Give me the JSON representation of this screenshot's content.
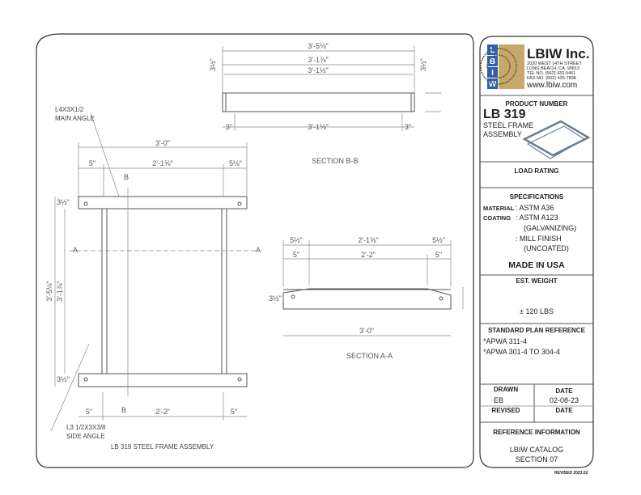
{
  "title_block": {
    "company": "LBIW Inc.",
    "logo_letters": [
      "L",
      "B",
      "I",
      "W"
    ],
    "address_line1": "2020 WEST 14TH STREET",
    "address_line2": "LONG BEACH, CA, 90813",
    "tel": "TEL NO.    (562) 432-5451",
    "fax": "FAX NO.    (562) 435-7898",
    "website": "www.lbiw.com",
    "product_number_label": "PRODUCT NUMBER",
    "product_number": "LB 319",
    "product_name_1": "STEEL FRAME",
    "product_name_2": "ASSEMBLY",
    "load_rating_label": "LOAD RATING",
    "specifications_label": "SPECIFICATIONS",
    "material_label": "MATERIAL",
    "material_value": ": ASTM A36",
    "coating_label": "COATING",
    "coating_value_1": ": ASTM A123",
    "coating_value_2": "(GALVANIZING)",
    "coating_value_3": ": MILL FINISH",
    "coating_value_4": "(UNCOATED)",
    "made_in": "MADE IN USA",
    "est_weight_label": "EST. WEIGHT",
    "est_weight_value": "± 120 LBS",
    "std_plan_label": "STANDARD PLAN REFERENCE",
    "std_plan_1": "*APWA 311-4",
    "std_plan_2": "*APWA 301-4 TO 304-4",
    "drawn_label": "DRAWN",
    "drawn_date_label": "DATE",
    "drawn_by": "EB",
    "drawn_date": "02-08-23",
    "revised_label": "REVISED",
    "revised_date_label": "DATE",
    "reference_label": "REFERENCE INFORMATION",
    "reference_1": "LBIW CATALOG",
    "reference_2": "SECTION 07",
    "footer_code": "REVISED 2023.02"
  },
  "drawing": {
    "title": "LB 319 STEEL FRAME ASSEMBLY",
    "main_angle_1": "L4X3X1/2",
    "main_angle_2": "MAIN ANGLE",
    "side_angle_1": "L3 1/2X3X3/8",
    "side_angle_2": "SIDE ANGLE",
    "section_a_mark": "A",
    "section_b_mark": "B",
    "plan": {
      "overall_width": "3'-0\"",
      "left_offset": "5\"",
      "middle_width": "2'-1⅝\"",
      "right_offset": "5⅛\"",
      "bottom_left": "5\"",
      "bottom_middle": "2'-2\"",
      "bottom_right": "5\"",
      "overall_height": "3'-5⅛\"",
      "inner_height": "3'-1⅞\"",
      "end_dim_top": "3½\"",
      "end_dim_bottom": "3½\""
    },
    "section_bb": {
      "label": "SECTION B-B",
      "dim_1": "3'-5⅛\"",
      "dim_2": "3'-1⅞\"",
      "dim_3": "3'-1½\"",
      "bottom_dim": "3'-1⅛\"",
      "left_end": "3\"",
      "right_end": "3\"",
      "side_left": "3½\"",
      "side_right": "3½\""
    },
    "section_aa": {
      "label": "SECTION A-A",
      "top_left": "5½\"",
      "top_mid": "2'-1⅝\"",
      "top_right": "5½\"",
      "row2_left": "5\"",
      "row2_mid": "2'-2\"",
      "row2_right": "5\"",
      "overall": "3'-0\"",
      "height": "3½\""
    }
  }
}
